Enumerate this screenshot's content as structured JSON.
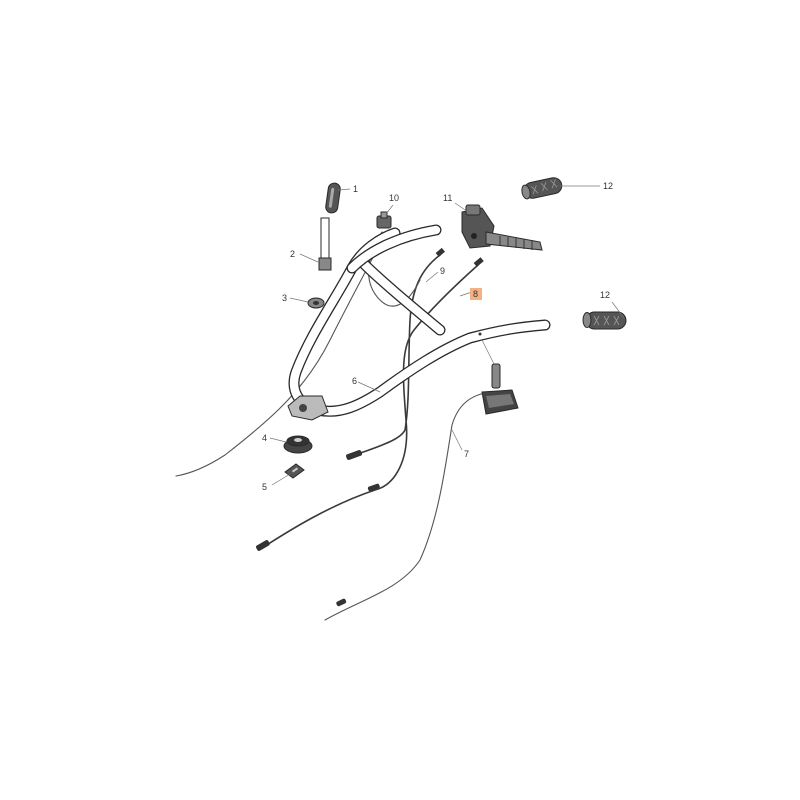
{
  "callouts": {
    "c1": "1",
    "c2": "2",
    "c3": "3",
    "c4": "4",
    "c5": "5",
    "c6": "6",
    "c7": "7",
    "c8": "8",
    "c9": "9",
    "c10": "10",
    "c11": "11",
    "c12a": "12",
    "c12b": "12"
  },
  "colors": {
    "line": "#2a2a2a",
    "highlight": "#f4b183"
  }
}
